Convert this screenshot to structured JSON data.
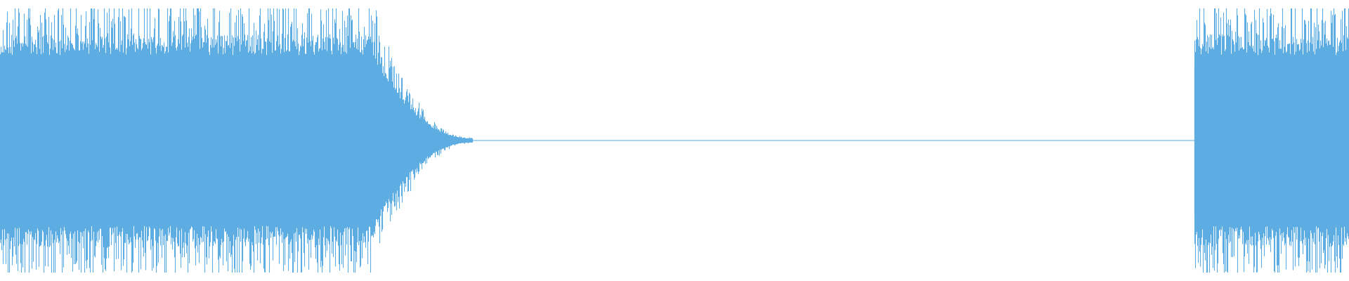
{
  "waveform": {
    "color": "#5dade2",
    "background": "#ffffff",
    "segments": [
      {
        "from": 0.0,
        "to": 0.275,
        "level": 0.98
      },
      {
        "from": 0.275,
        "to": 0.35,
        "level_start": 0.98,
        "level_end": 0.02,
        "curve": "decay"
      },
      {
        "from": 0.35,
        "to": 0.885,
        "level": 0.0
      },
      {
        "from": 0.885,
        "to": 1.0,
        "level": 0.98
      }
    ]
  }
}
